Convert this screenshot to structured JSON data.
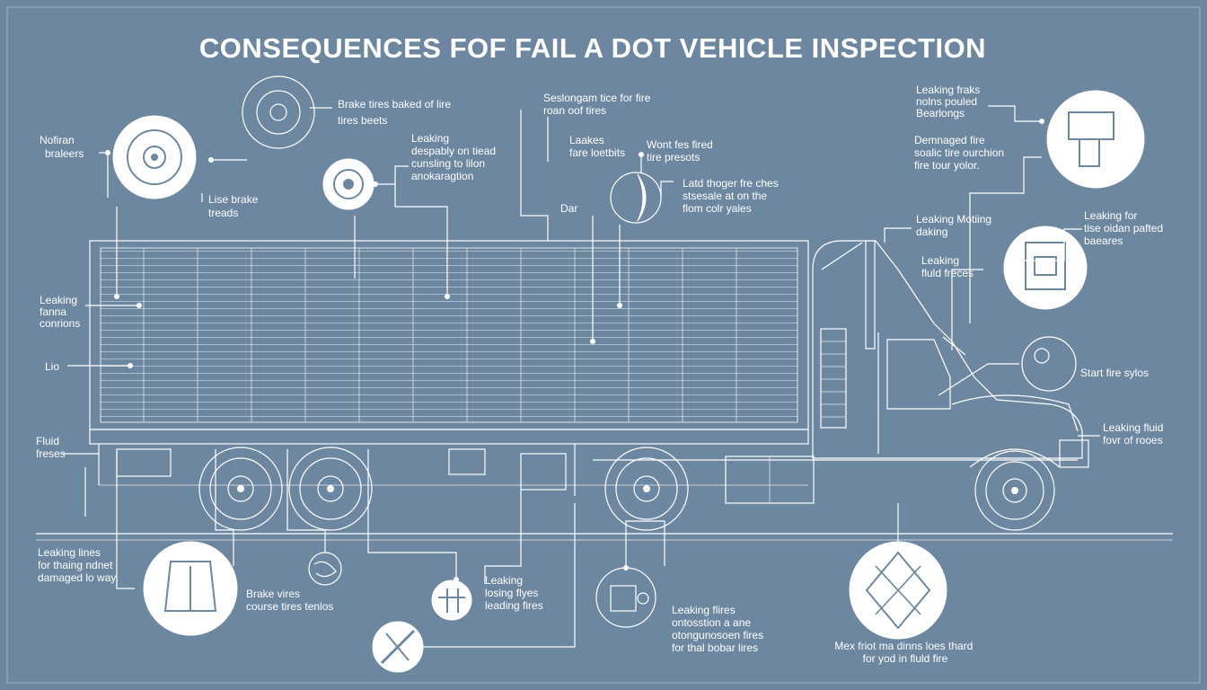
{
  "title": "CONSEQUENCES FOF FAIL A DOT VEHICLE INSPECTION",
  "colors": {
    "background": "#6e87a0",
    "line": "#ffffff"
  },
  "labels": [
    {
      "id": "nofiran",
      "lines": [
        "Nofiran",
        "braleers"
      ]
    },
    {
      "id": "brake-tires-baked",
      "lines": [
        "Brake tires baked of lire",
        "tires beets"
      ]
    },
    {
      "id": "lise-brake",
      "lines": [
        "Lise brake",
        "treads"
      ]
    },
    {
      "id": "leaking-despably",
      "lines": [
        "Leaking",
        "despably on tiead",
        "cunsling to lilon",
        "anokaragtion"
      ]
    },
    {
      "id": "seslongam",
      "lines": [
        "Seslongam tice for fire",
        "roan oof tires"
      ]
    },
    {
      "id": "laakes",
      "lines": [
        "Laakes",
        "fare loetbits"
      ]
    },
    {
      "id": "wont-fes",
      "lines": [
        "Wont fes fired",
        "tire presots"
      ]
    },
    {
      "id": "dar",
      "lines": [
        "Dar"
      ]
    },
    {
      "id": "latd-thoger",
      "lines": [
        "Latd thoger fre ches",
        "stsesale at on the",
        "flom colr yales"
      ]
    },
    {
      "id": "leaking-fraks",
      "lines": [
        "Leaking fraks",
        "nolns pouled",
        "Bearlongs"
      ]
    },
    {
      "id": "demnaged",
      "lines": [
        "Demnaged fire",
        "soalic tire ourchion",
        "fire tour yolor."
      ]
    },
    {
      "id": "leaking-motiing",
      "lines": [
        "Leaking Motiing",
        "daking"
      ]
    },
    {
      "id": "leaking-for",
      "lines": [
        "Leaking for",
        "tise oidan pafted",
        "baeares"
      ]
    },
    {
      "id": "leaking-fluid-freces",
      "lines": [
        "Leaking",
        "fluld freces"
      ]
    },
    {
      "id": "leaking-fenna",
      "lines": [
        "Leaking",
        "fanna",
        "conrions"
      ]
    },
    {
      "id": "lio",
      "lines": [
        "Lio"
      ]
    },
    {
      "id": "fluid-freses",
      "lines": [
        "Fluid",
        "freses"
      ]
    },
    {
      "id": "start-fire",
      "lines": [
        "Start fire sylos"
      ]
    },
    {
      "id": "leaking-fluid-right",
      "lines": [
        "Leaking fluid",
        "fovr of rooes"
      ]
    },
    {
      "id": "leaking-lines",
      "lines": [
        "Leaking lines",
        "for thaing ndnet",
        "damaged lo way."
      ]
    },
    {
      "id": "brake-vires",
      "lines": [
        "Brake vires",
        "course tires tenlos"
      ]
    },
    {
      "id": "leaking-flyes",
      "lines": [
        "Leaking",
        "losing flyes",
        "leading fires"
      ]
    },
    {
      "id": "leaking-flires",
      "lines": [
        "Leaking flires",
        "ontosstion a ane",
        "otongunosoen fires",
        "for thal bobar lires"
      ]
    },
    {
      "id": "mexfriot",
      "lines": [
        "Mex friot ma dinns loes thard",
        "for yod in fluld fire"
      ]
    }
  ]
}
